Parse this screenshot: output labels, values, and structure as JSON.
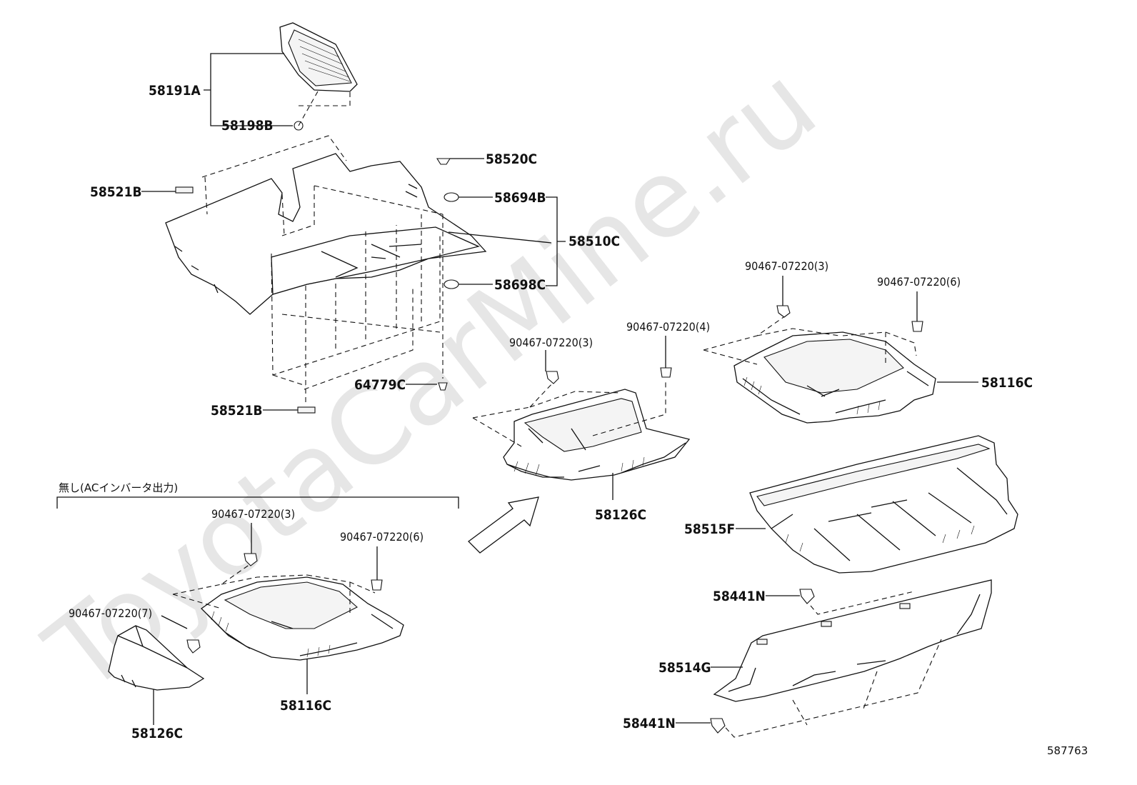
{
  "watermark": "ToyotaCarMine.ru",
  "labels": {
    "p58191A": "58191A",
    "p58198B": "58198B",
    "p58520C": "58520C",
    "p58694B": "58694B",
    "p58510C": "58510C",
    "p58698C": "58698C",
    "p58521B_top": "58521B",
    "p58521B_bottom": "58521B",
    "p64779C": "64779C",
    "p90467_c3_center": "90467-07220(3)",
    "p90467_c4_center": "90467-07220(4)",
    "p58126C_center": "58126C",
    "p90467_r3": "90467-07220(3)",
    "p90467_r6": "90467-07220(6)",
    "p58116C_right": "58116C",
    "p58515F": "58515F",
    "p58441N_top": "58441N",
    "p58514G": "58514G",
    "p58441N_bottom": "58441N",
    "p90467_l3": "90467-07220(3)",
    "p90467_l6": "90467-07220(6)",
    "p90467_l7": "90467-07220(7)",
    "p58116C_left": "58116C",
    "p58126C_left": "58126C"
  },
  "note": "無し(ACインバータ出力)",
  "diagram_id": "587763",
  "icons": [
    "arrow-icon"
  ]
}
